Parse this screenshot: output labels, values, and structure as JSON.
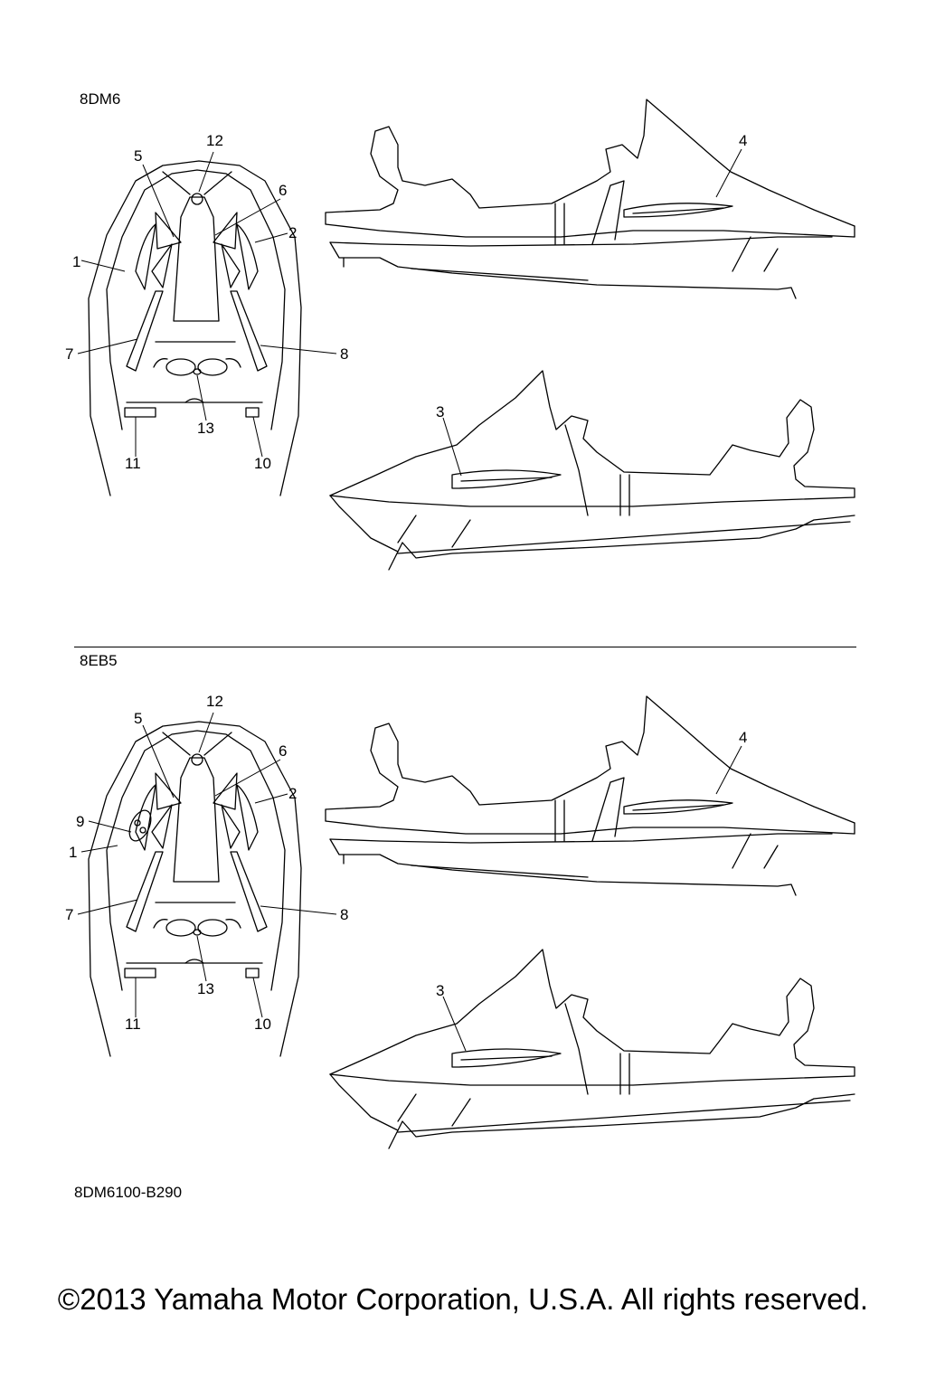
{
  "sections": [
    {
      "model": "8DM6",
      "callouts": {
        "c1": "1",
        "c2": "2",
        "c3": "3",
        "c4": "4",
        "c5": "5",
        "c6": "6",
        "c7": "7",
        "c8": "8",
        "c10": "10",
        "c11": "11",
        "c12": "12",
        "c13": "13"
      }
    },
    {
      "model": "8EB5",
      "callouts": {
        "c1": "1",
        "c2": "2",
        "c3": "3",
        "c4": "4",
        "c5": "5",
        "c6": "6",
        "c7": "7",
        "c8": "8",
        "c9": "9",
        "c10": "10",
        "c11": "11",
        "c12": "12",
        "c13": "13"
      }
    }
  ],
  "diagram_code": "8DM6100-B290",
  "copyright": "©2013 Yamaha Motor Corporation, U.S.A. All rights reserved."
}
